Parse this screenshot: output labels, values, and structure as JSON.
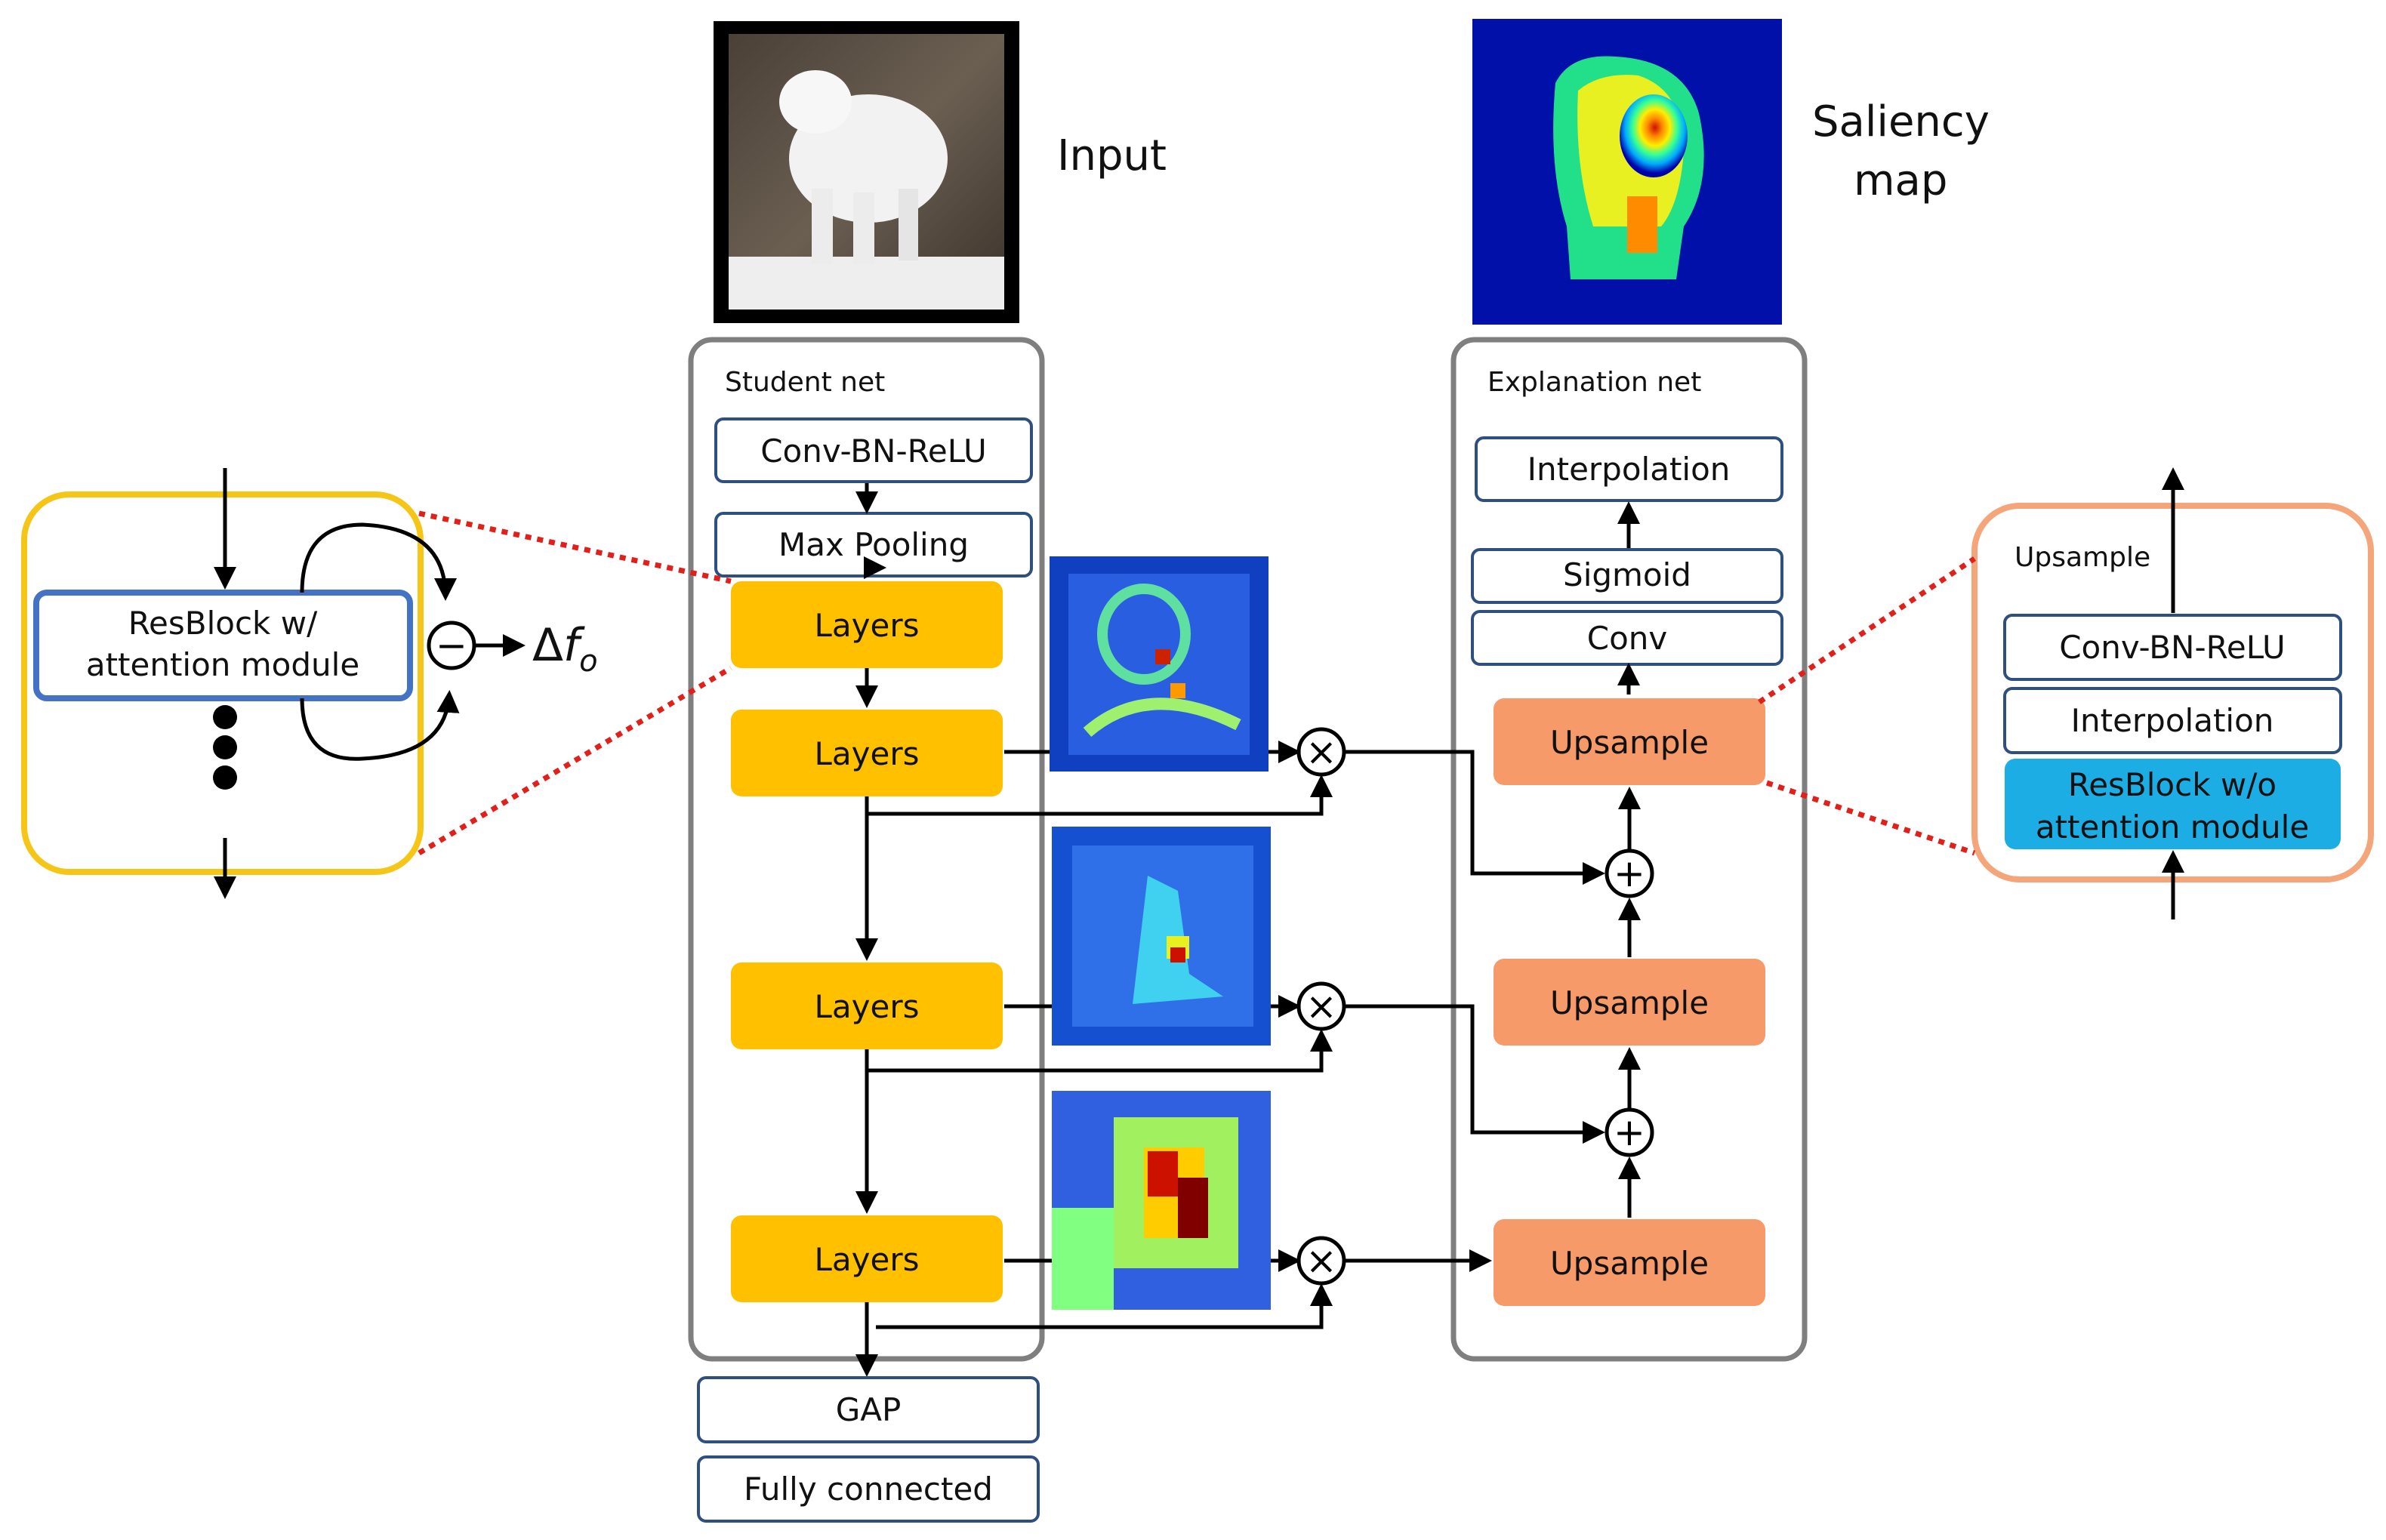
{
  "input": {
    "label": "Input"
  },
  "saliency": {
    "label_line1": "Saliency",
    "label_line2": "map"
  },
  "student_net": {
    "title": "Student net",
    "conv_bn_relu": "Conv-BN-ReLU",
    "max_pooling": "Max Pooling",
    "layers": [
      "Layers",
      "Layers",
      "Layers",
      "Layers"
    ],
    "gap": "GAP",
    "fully_connected": "Fully connected"
  },
  "explanation_net": {
    "title": "Explanation net",
    "interpolation": "Interpolation",
    "sigmoid": "Sigmoid",
    "conv": "Conv",
    "upsample": [
      "Upsample",
      "Upsample",
      "Upsample"
    ]
  },
  "resblock_detail": {
    "block_line1": "ResBlock w/",
    "block_line2": "attention module",
    "delta": "Δ",
    "f_main": "f",
    "f_sub": "o"
  },
  "upsample_detail": {
    "title": "Upsample",
    "conv_bn_relu": "Conv-BN-ReLU",
    "interpolation": "Interpolation",
    "resblock_line1": "ResBlock w/o",
    "resblock_line2": "attention module"
  },
  "operators": {
    "multiply": "×",
    "add": "+",
    "subtract": "−"
  },
  "colors": {
    "layers": "#FFC000",
    "upsample": "#F79A6A",
    "box_border": "#2F4F7F",
    "container": "#7F7F7F",
    "resblock_border": "#4472C4",
    "resblock_container": "#F5C518",
    "upsample_container": "#F4A57A",
    "resblock_wo_fill": "#1BADE3",
    "dotted": "#E0201B"
  }
}
